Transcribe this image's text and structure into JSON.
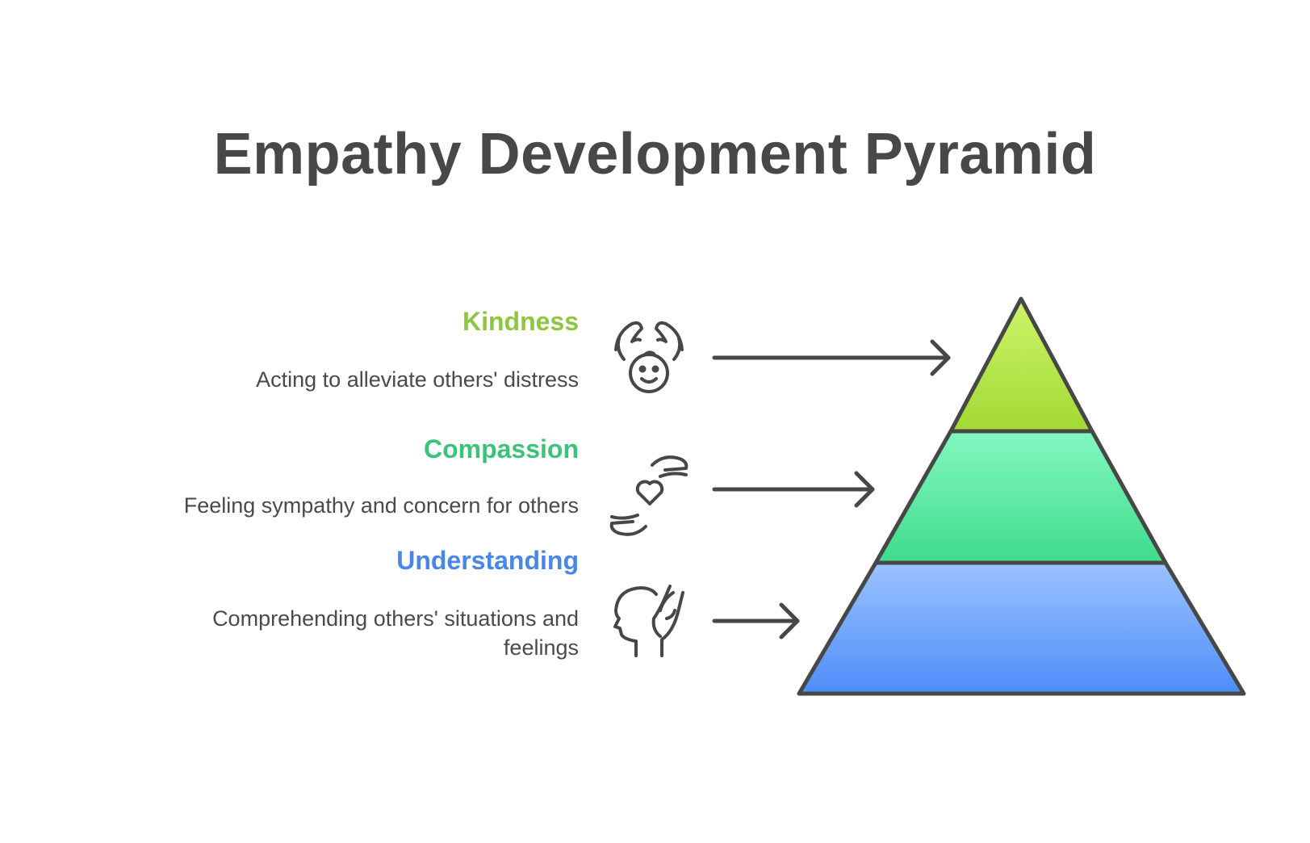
{
  "title": "Empathy Development Pyramid",
  "colors": {
    "kindness": "#8dc63f",
    "compassion": "#3cc37a",
    "understanding": "#4a86e8",
    "outline": "#474747"
  },
  "levels": [
    {
      "id": "kindness",
      "label": "Kindness",
      "description": "Acting to alleviate others' distress",
      "icon": "hands-protecting-child-icon"
    },
    {
      "id": "compassion",
      "label": "Compassion",
      "description": "Feeling sympathy and concern for others",
      "icon": "hands-holding-heart-icon"
    },
    {
      "id": "understanding",
      "label": "Understanding",
      "description": "Comprehending others' situations and feelings",
      "icon": "hand-on-head-icon"
    }
  ]
}
